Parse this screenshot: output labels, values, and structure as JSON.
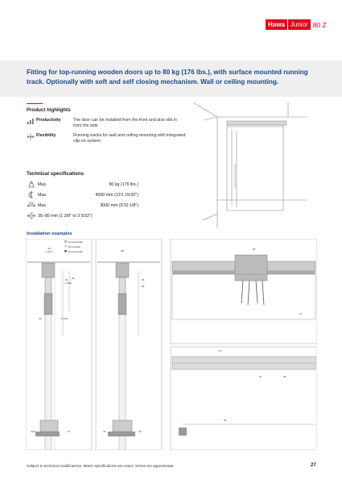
{
  "brand": {
    "name": "Hawa",
    "line": "Junior",
    "model": "80 Z",
    "color": "#e2001a"
  },
  "headline": "Fitting for top-running wooden doors up to 80 kg (176 lbs.), with surface mounted running track. Optionally with soft and self closing mechanism. Wall or ceiling mounting.",
  "highlights": {
    "title": "Product highlights",
    "items": [
      {
        "icon": "productivity-icon",
        "label": "Productivity",
        "text": "The door can be installed from the front and also slid in from the side"
      },
      {
        "icon": "flexibility-icon",
        "label": "Flexibility",
        "text": "Running tracks for wall and ceiling mounting with integrated clip-on system"
      }
    ]
  },
  "specs": {
    "title": "Technical specifications",
    "rows": [
      {
        "icon": "weight-icon",
        "label": "Max.",
        "value": "80 kg (176 lbs.)"
      },
      {
        "icon": "height-icon",
        "label": "Max.",
        "value": "4000 mm (13'1 15/32\")"
      },
      {
        "icon": "width-icon",
        "label": "Max.",
        "value": "3000 mm (9'10 1/8\")"
      },
      {
        "icon": "thickness-icon",
        "label": "",
        "value": "35–80 mm (1 3/8\" to 3 5/32\")"
      }
    ]
  },
  "installation": {
    "title": "Installation examples",
    "legend": [
      "Demountable",
      "Removable",
      "Demountable"
    ],
    "dims": {
      "d30": "30",
      "d19_16": "1 3/16\"",
      "d53": "53",
      "d2_3_32": "2 3/32\"",
      "d25": "25",
      "d42": "42",
      "d2_16": "2 1/16\"",
      "d43_5": "43.5",
      "d47": "47",
      "d88": "88",
      "d35": "35",
      "d80": "80",
      "d24": "24",
      "d50": "50",
      "d60": "60",
      "d17": "17",
      "d70": "70",
      "d61": "61",
      "d35b": "35",
      "d20": "20"
    }
  },
  "footnote": "Subject to technical modifications. Metric specifications are exact, inches are approximate.",
  "page_number": "27"
}
